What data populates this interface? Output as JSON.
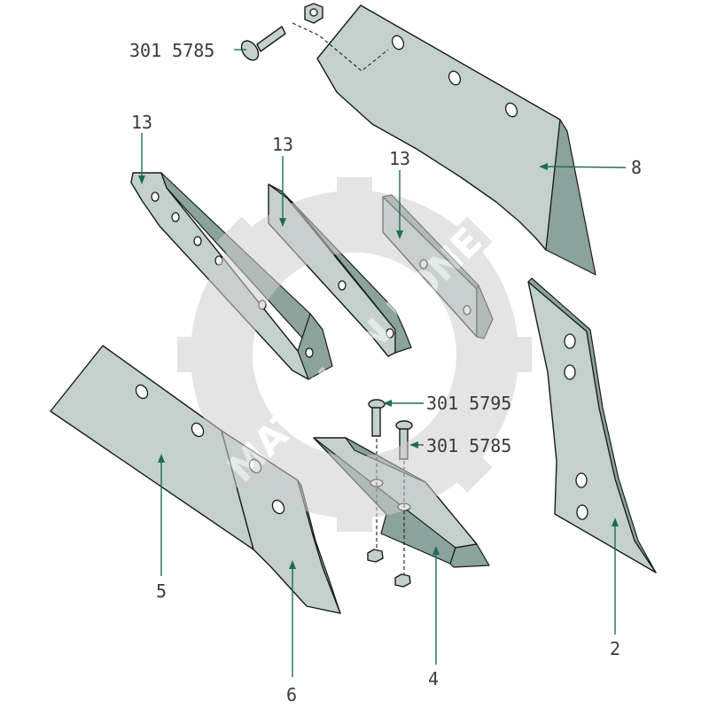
{
  "labels": {
    "p13a": "13",
    "p13b": "13",
    "p13c": "13",
    "p8": "8",
    "p5": "5",
    "p6": "6",
    "p4": "4",
    "p2": "2",
    "bolt_top": "301 5785",
    "bolt_a": "301 5795",
    "bolt_b": "301 5785"
  },
  "watermark": {
    "text": "MATTILAN KONE"
  },
  "colors": {
    "part_fill": "#c3d1cd",
    "part_edge": "#8aa39c",
    "leader": "#1f6b5a",
    "watermark_gear": "#d4d4d4"
  }
}
